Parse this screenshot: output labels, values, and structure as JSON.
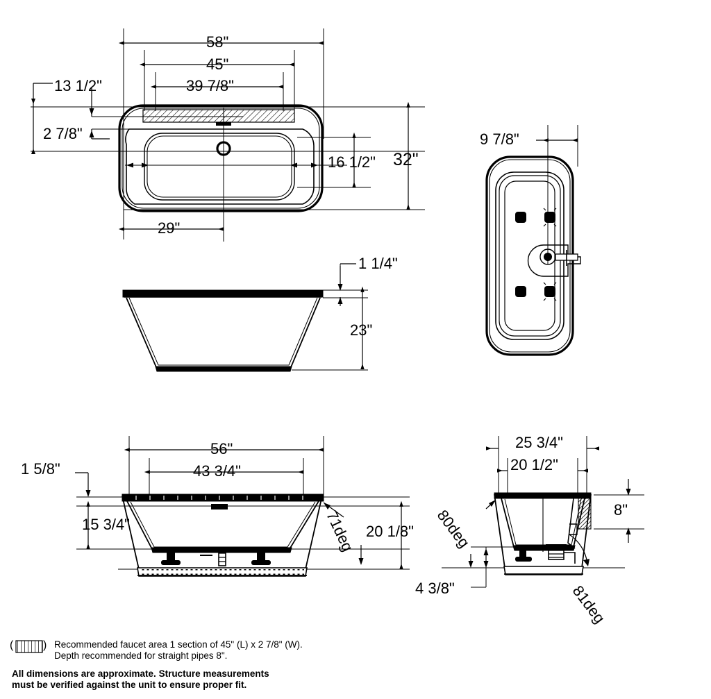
{
  "document": {
    "kind": "technical-dimension-drawing",
    "subject": "Freestanding rectangular bathtub",
    "units": "inches",
    "background_color": "#ffffff",
    "line_color": "#000000"
  },
  "views": {
    "top": {
      "name": "Top plan view",
      "dimensions": {
        "overall_length": "58\"",
        "faucet_area_length": "45\"",
        "interior_length": "39 7/8\"",
        "left_offset": "13 1/2\"",
        "faucet_area_width": "2 7/8\"",
        "overall_width": "32\"",
        "interior_width": "16 1/2\"",
        "drain_offset": "29\""
      }
    },
    "end_top": {
      "name": "End plan view",
      "dimensions": {
        "drain_offset": "9 7/8\""
      }
    },
    "side_elevation": {
      "name": "Side elevation",
      "dimensions": {
        "rim_thickness": "1 1/4\"",
        "height": "23\""
      }
    },
    "front_section": {
      "name": "Front section elevation",
      "dimensions": {
        "outer_width": "56\"",
        "inner_width": "43 3/4\"",
        "rim_drop": "1 5/8\"",
        "inner_depth": "15 3/4\"",
        "overall_height": "20 1/8\"",
        "wall_angle": "71deg"
      }
    },
    "end_section": {
      "name": "End section elevation",
      "dimensions": {
        "outer_width": "25 3/4\"",
        "inner_width": "20 1/2\"",
        "faucet_depth": "8\"",
        "base_height": "4 3/8\"",
        "left_wall_angle": "80deg",
        "right_wall_angle": "81deg"
      }
    }
  },
  "labels": {
    "d58": "58\"",
    "d45": "45\"",
    "d39_7_8": "39 7/8\"",
    "d13_1_2": "13 1/2\"",
    "d2_7_8": "2 7/8\"",
    "d32": "32\"",
    "d16_1_2": "16 1/2\"",
    "d29": "29\"",
    "d9_7_8": "9 7/8\"",
    "d1_1_4": "1 1/4\"",
    "d23": "23\"",
    "d56": "56\"",
    "d43_3_4": "43 3/4\"",
    "d1_5_8": "1 5/8\"",
    "d15_3_4": "15 3/4\"",
    "d20_1_8": "20 1/8\"",
    "a71deg": "71deg",
    "d25_3_4": "25 3/4\"",
    "d20_1_2": "20 1/2\"",
    "d8": "8\"",
    "d4_3_8": "4 3/8\"",
    "a80deg": "80deg",
    "a81deg": "81deg"
  },
  "notes": {
    "legend_line1": "Recommended faucet area 1 section of 45\" (L) x 2 7/8\" (W).",
    "legend_line2": "Depth recommended for straight pipes 8\".",
    "disclaimer_line1": "All dimensions are approximate. Structure measurements",
    "disclaimer_line2": "must be verified against the unit to ensure proper fit."
  }
}
